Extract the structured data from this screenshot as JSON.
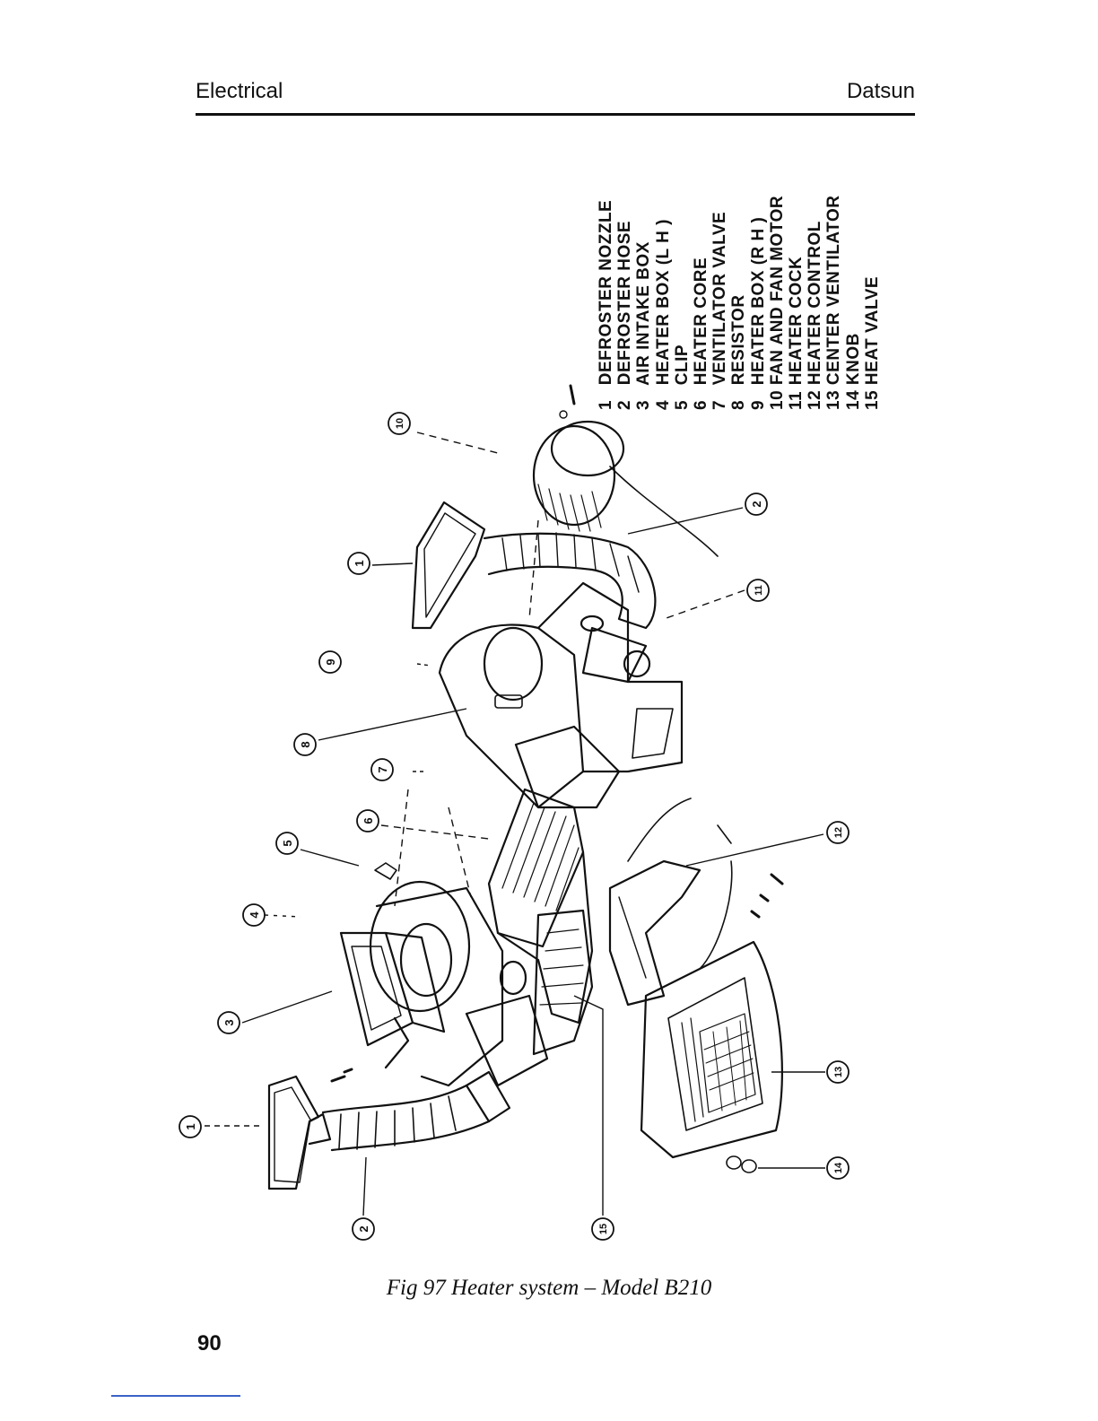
{
  "header": {
    "left": "Electrical",
    "right": "Datsun"
  },
  "legend": [
    {
      "num": "1",
      "label": "DEFROSTER NOZZLE"
    },
    {
      "num": "2",
      "label": "DEFROSTER HOSE"
    },
    {
      "num": "3",
      "label": "AIR INTAKE BOX"
    },
    {
      "num": "4",
      "label": "HEATER BOX (L H )"
    },
    {
      "num": "5",
      "label": "CLIP"
    },
    {
      "num": "6",
      "label": "HEATER CORE"
    },
    {
      "num": "7",
      "label": "VENTILATOR VALVE"
    },
    {
      "num": "8",
      "label": "RESISTOR"
    },
    {
      "num": "9",
      "label": "HEATER BOX (R H )"
    },
    {
      "num": "10",
      "label": "FAN AND FAN MOTOR"
    },
    {
      "num": "11",
      "label": "HEATER COCK"
    },
    {
      "num": "12",
      "label": "HEATER CONTROL"
    },
    {
      "num": "13",
      "label": "CENTER VENTILATOR"
    },
    {
      "num": "14",
      "label": "KNOB"
    },
    {
      "num": "15",
      "label": "HEAT VALVE"
    }
  ],
  "callouts": [
    "1",
    "2",
    "3",
    "4",
    "5",
    "6",
    "7",
    "8",
    "9",
    "10",
    "11",
    "12",
    "13",
    "14",
    "15",
    "1"
  ],
  "caption": "Fig 97   Heater system – Model B210",
  "page_number": "90"
}
